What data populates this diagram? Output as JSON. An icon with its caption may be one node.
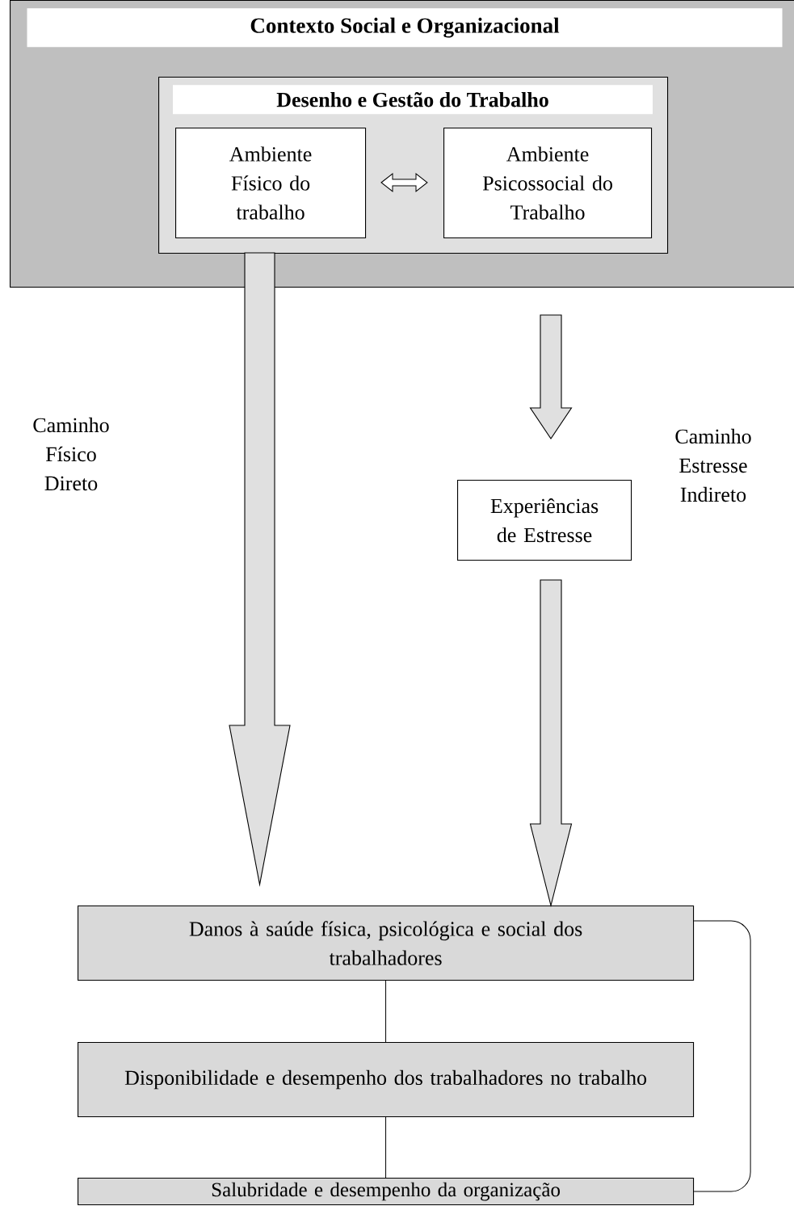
{
  "diagram": {
    "nodes": [
      {
        "text": [
          "Contexto Social e Organizacional"
        ]
      },
      {
        "text": [
          "Desenho e Gestão do Trabalho"
        ],
        "in": 0
      },
      {
        "text": [
          "Ambiente Físico do trabalho"
        ],
        "in": 1
      },
      {
        "text": [
          "Ambiente Psicossocial do Trabalho"
        ],
        "in": 1
      },
      {
        "text": [
          "Experiências de Estresse"
        ]
      },
      {
        "text": [
          "Danos à saúde física, psicológica e social dos trabalhadores"
        ]
      },
      {
        "text": [
          "Disponibilidade e desempenho dos trabalhadores no trabalho"
        ]
      },
      {
        "text": [
          "Salubridade e desempenho da organização"
        ]
      }
    ],
    "edges": [
      {
        "from": 2,
        "to": 3,
        "arrow": "both"
      },
      {
        "from": 1,
        "to": 5,
        "arrow": "to"
      },
      {
        "from": 0,
        "to": 4,
        "arrow": "to"
      },
      {
        "from": 4,
        "to": 5,
        "arrow": "to"
      },
      {
        "from": 5,
        "to": 6,
        "arrow": "none"
      },
      {
        "from": 6,
        "to": 7,
        "arrow": "none"
      },
      {
        "from": 5,
        "to": 7,
        "arrow": "none"
      }
    ],
    "labels": [
      "Caminho Físico Direto",
      "Caminho Estresse Indireto"
    ]
  }
}
